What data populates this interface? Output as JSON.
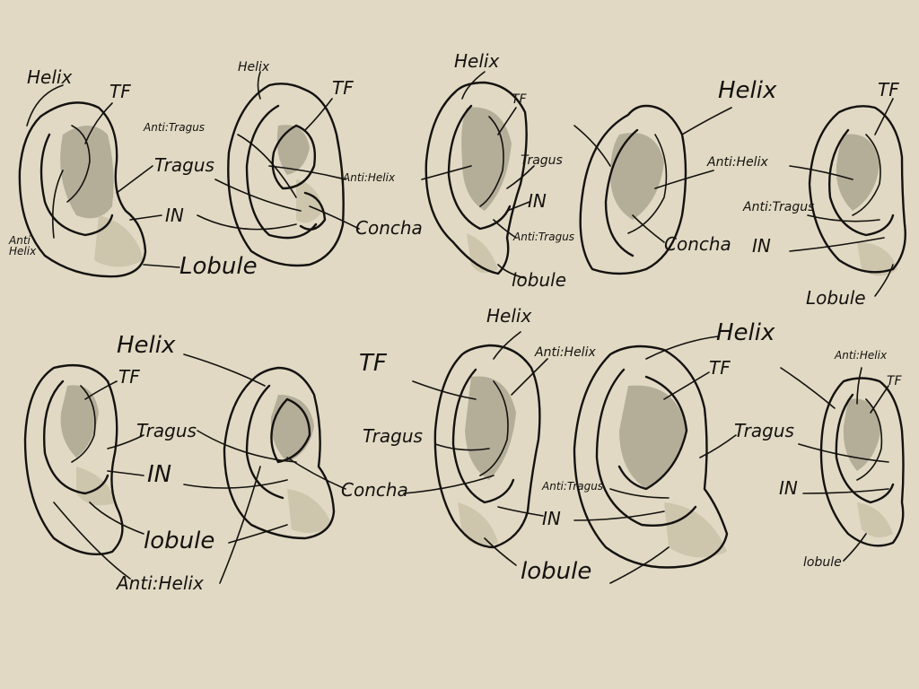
{
  "labels": {
    "helix": "Helix",
    "tf": "TF",
    "anti_helix": "Anti Helix",
    "anti_helix_short": "Anti:Helix",
    "anti_tragus": "Anti:Tragus",
    "tragus": "Tragus",
    "in": "IN",
    "concha": "Concha",
    "lobule": "Lobule",
    "lobule_lower": "lobule"
  },
  "colors": {
    "paper": "#e1d9c3",
    "ink": "#141210",
    "shade": "#8f8a76"
  }
}
